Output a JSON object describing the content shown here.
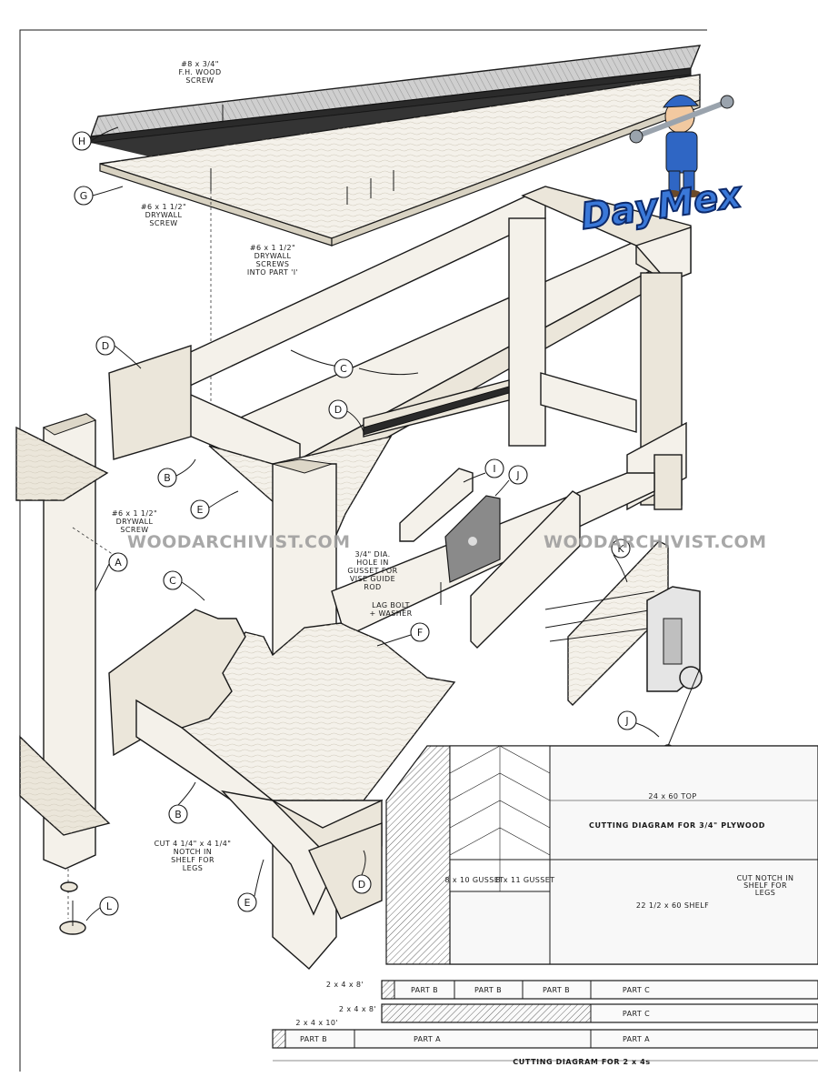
{
  "parts": {
    "H": "H",
    "G": "G",
    "D_left": "D",
    "C_top": "C",
    "D_center": "D",
    "B_top": "B",
    "E_top": "E",
    "A": "A",
    "I": "I",
    "J_gusset": "J",
    "K": "K",
    "C_lower": "C",
    "F": "F",
    "B_lower": "B",
    "E_lower": "E",
    "D_lower": "D",
    "L": "L",
    "J_vise": "J"
  },
  "callouts": {
    "fh_screw": [
      "#8 x 3/4\"",
      "F.H. WOOD",
      "SCREW"
    ],
    "drywall_screw_g": [
      "#6 x 1 1/2\"",
      "DRYWALL",
      "SCREW"
    ],
    "drywall_screws_into_i": [
      "#6 x 1 1/2\"",
      "DRYWALL",
      "SCREWS",
      "INTO PART 'I'"
    ],
    "drywall_screw_a": [
      "#6 x 1 1/2\"",
      "DRYWALL",
      "SCREW"
    ],
    "vise_hole": [
      "3/4\" DIA.",
      "HOLE IN",
      "GUSSET FOR",
      "VISE GUIDE",
      "ROD"
    ],
    "lag_bolt": [
      "LAG BOLT",
      "+ WASHER"
    ],
    "notch": [
      "CUT 4 1/4\" x 4 1/4\"",
      "NOTCH IN",
      "SHELF FOR",
      "LEGS"
    ]
  },
  "watermarks": [
    "WOODARCHIVIST.COM",
    "WOODARCHIVIST.COM"
  ],
  "brand": {
    "name": "DayMex",
    "color": "#3a78d8",
    "icon": "mechanic-with-wrench-icon"
  },
  "plywood_cutting": {
    "top_label": "24 x 60 TOP",
    "title": "CUTTING DIAGRAM FOR 3/4\" PLYWOOD",
    "gusset_1": "8 x 10 GUSSET",
    "gusset_2": "8 x 11 GUSSET",
    "shelf_label": "22 1/2 x 60 SHELF",
    "notch_note": [
      "CUT NOTCH IN",
      "SHELF FOR",
      "LEGS"
    ]
  },
  "lumber_cutting": {
    "title": "CUTTING DIAGRAM FOR 2 x 4s",
    "boards": [
      {
        "size": "2 x 4 x 8'",
        "parts": [
          "PART B",
          "PART B",
          "PART B",
          "PART C"
        ]
      },
      {
        "size": "2 x 4 x 8'",
        "parts": [
          "PART C"
        ]
      },
      {
        "size": "2 x 4 x 10'",
        "parts": [
          "PART B",
          "PART A",
          "PART A"
        ]
      }
    ]
  }
}
